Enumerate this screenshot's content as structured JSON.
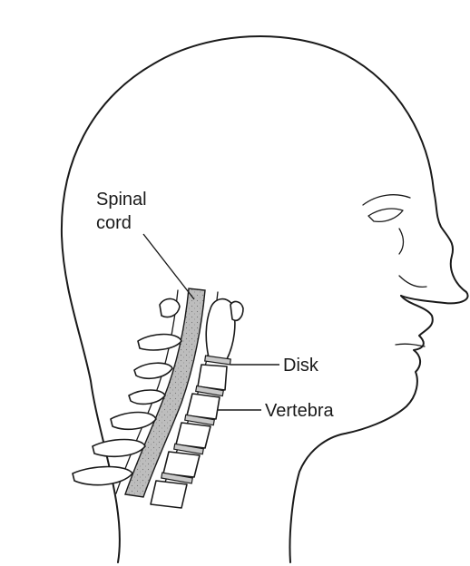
{
  "labels": {
    "spinal_cord_line1": "Spinal",
    "spinal_cord_line2": "cord",
    "disk": "Disk",
    "vertebra": "Vertebra"
  },
  "colors": {
    "ink": "#1a1a1a",
    "disk_fill": "#c9c9c9",
    "cord_fill": "#bdbdbd",
    "background": "#ffffff"
  }
}
